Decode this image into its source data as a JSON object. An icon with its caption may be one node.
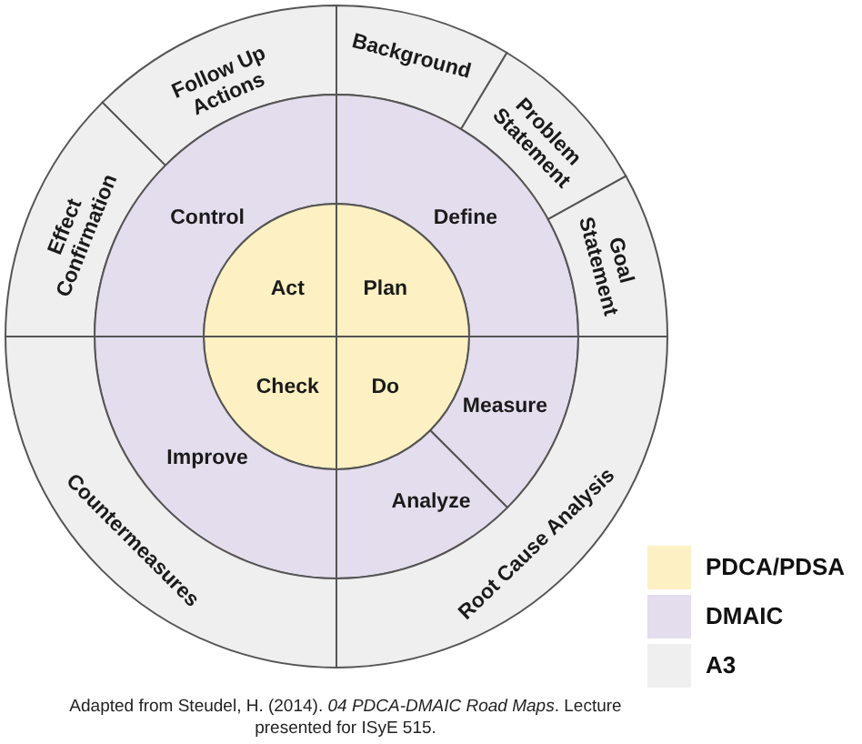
{
  "diagram": {
    "caption": "Adapted from Steudel, H. (2014). *04 PDCA-DMAIC Road Maps*. Lecture presented for ISyE 515.",
    "nodes": [
      {
        "text": [
          "Follow Up Actions"
        ]
      },
      {
        "text": [
          "Background"
        ]
      },
      {
        "text": [
          "Problem Statement"
        ]
      },
      {
        "text": [
          "Effect Confirmation"
        ]
      },
      {
        "text": [
          "Control"
        ]
      },
      {
        "text": [
          "Define"
        ]
      },
      {
        "text": [
          "Goal Statement"
        ]
      },
      {
        "text": [
          "Act"
        ]
      },
      {
        "text": [
          "Plan"
        ]
      },
      {
        "text": [
          "Check"
        ]
      },
      {
        "text": [
          "Do"
        ]
      },
      {
        "text": [
          "Measure"
        ]
      },
      {
        "text": [
          "Improve"
        ]
      },
      {
        "text": [
          "Analyze"
        ]
      },
      {
        "text": [
          "Countermeasures"
        ]
      },
      {
        "text": [
          "Root Cause Analysis"
        ]
      }
    ],
    "legend": [
      {
        "text": "PDCA/PDSA",
        "color": "#fdf0c2"
      },
      {
        "text": "DMAIC",
        "color": "#e4dded"
      },
      {
        "text": "A3",
        "color": "#efefef"
      }
    ]
  }
}
